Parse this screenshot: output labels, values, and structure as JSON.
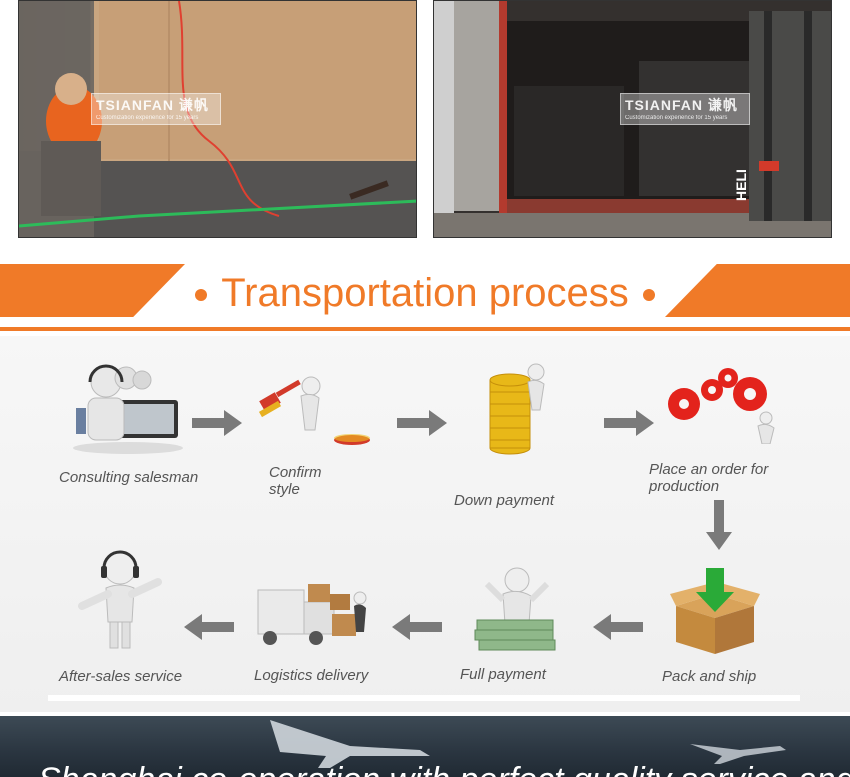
{
  "photos": {
    "left": {
      "watermark_title": "TSIANFAN 谦帆",
      "watermark_sub": "Customization experience for 15 years"
    },
    "right": {
      "watermark_title": "TSIANFAN 谦帆",
      "watermark_sub": "Customization experience for 15 years",
      "forklift_text": "HELI"
    }
  },
  "banner": {
    "title": "Transportation process",
    "accent": "#f07a28"
  },
  "steps": [
    {
      "label_1": "Consulting salesman",
      "label_2": ""
    },
    {
      "label_1": "Confirm",
      "label_2": "style"
    },
    {
      "label_1": "Down payment",
      "label_2": ""
    },
    {
      "label_1": "Place an order for",
      "label_2": "production"
    },
    {
      "label_1": "Pack and ship",
      "label_2": ""
    },
    {
      "label_1": "Full payment",
      "label_2": ""
    },
    {
      "label_1": "Logistics delivery",
      "label_2": ""
    },
    {
      "label_1": "After-sales service",
      "label_2": ""
    }
  ],
  "footer": {
    "tagline": "Shanghai co-operation with perfect quality service and"
  }
}
